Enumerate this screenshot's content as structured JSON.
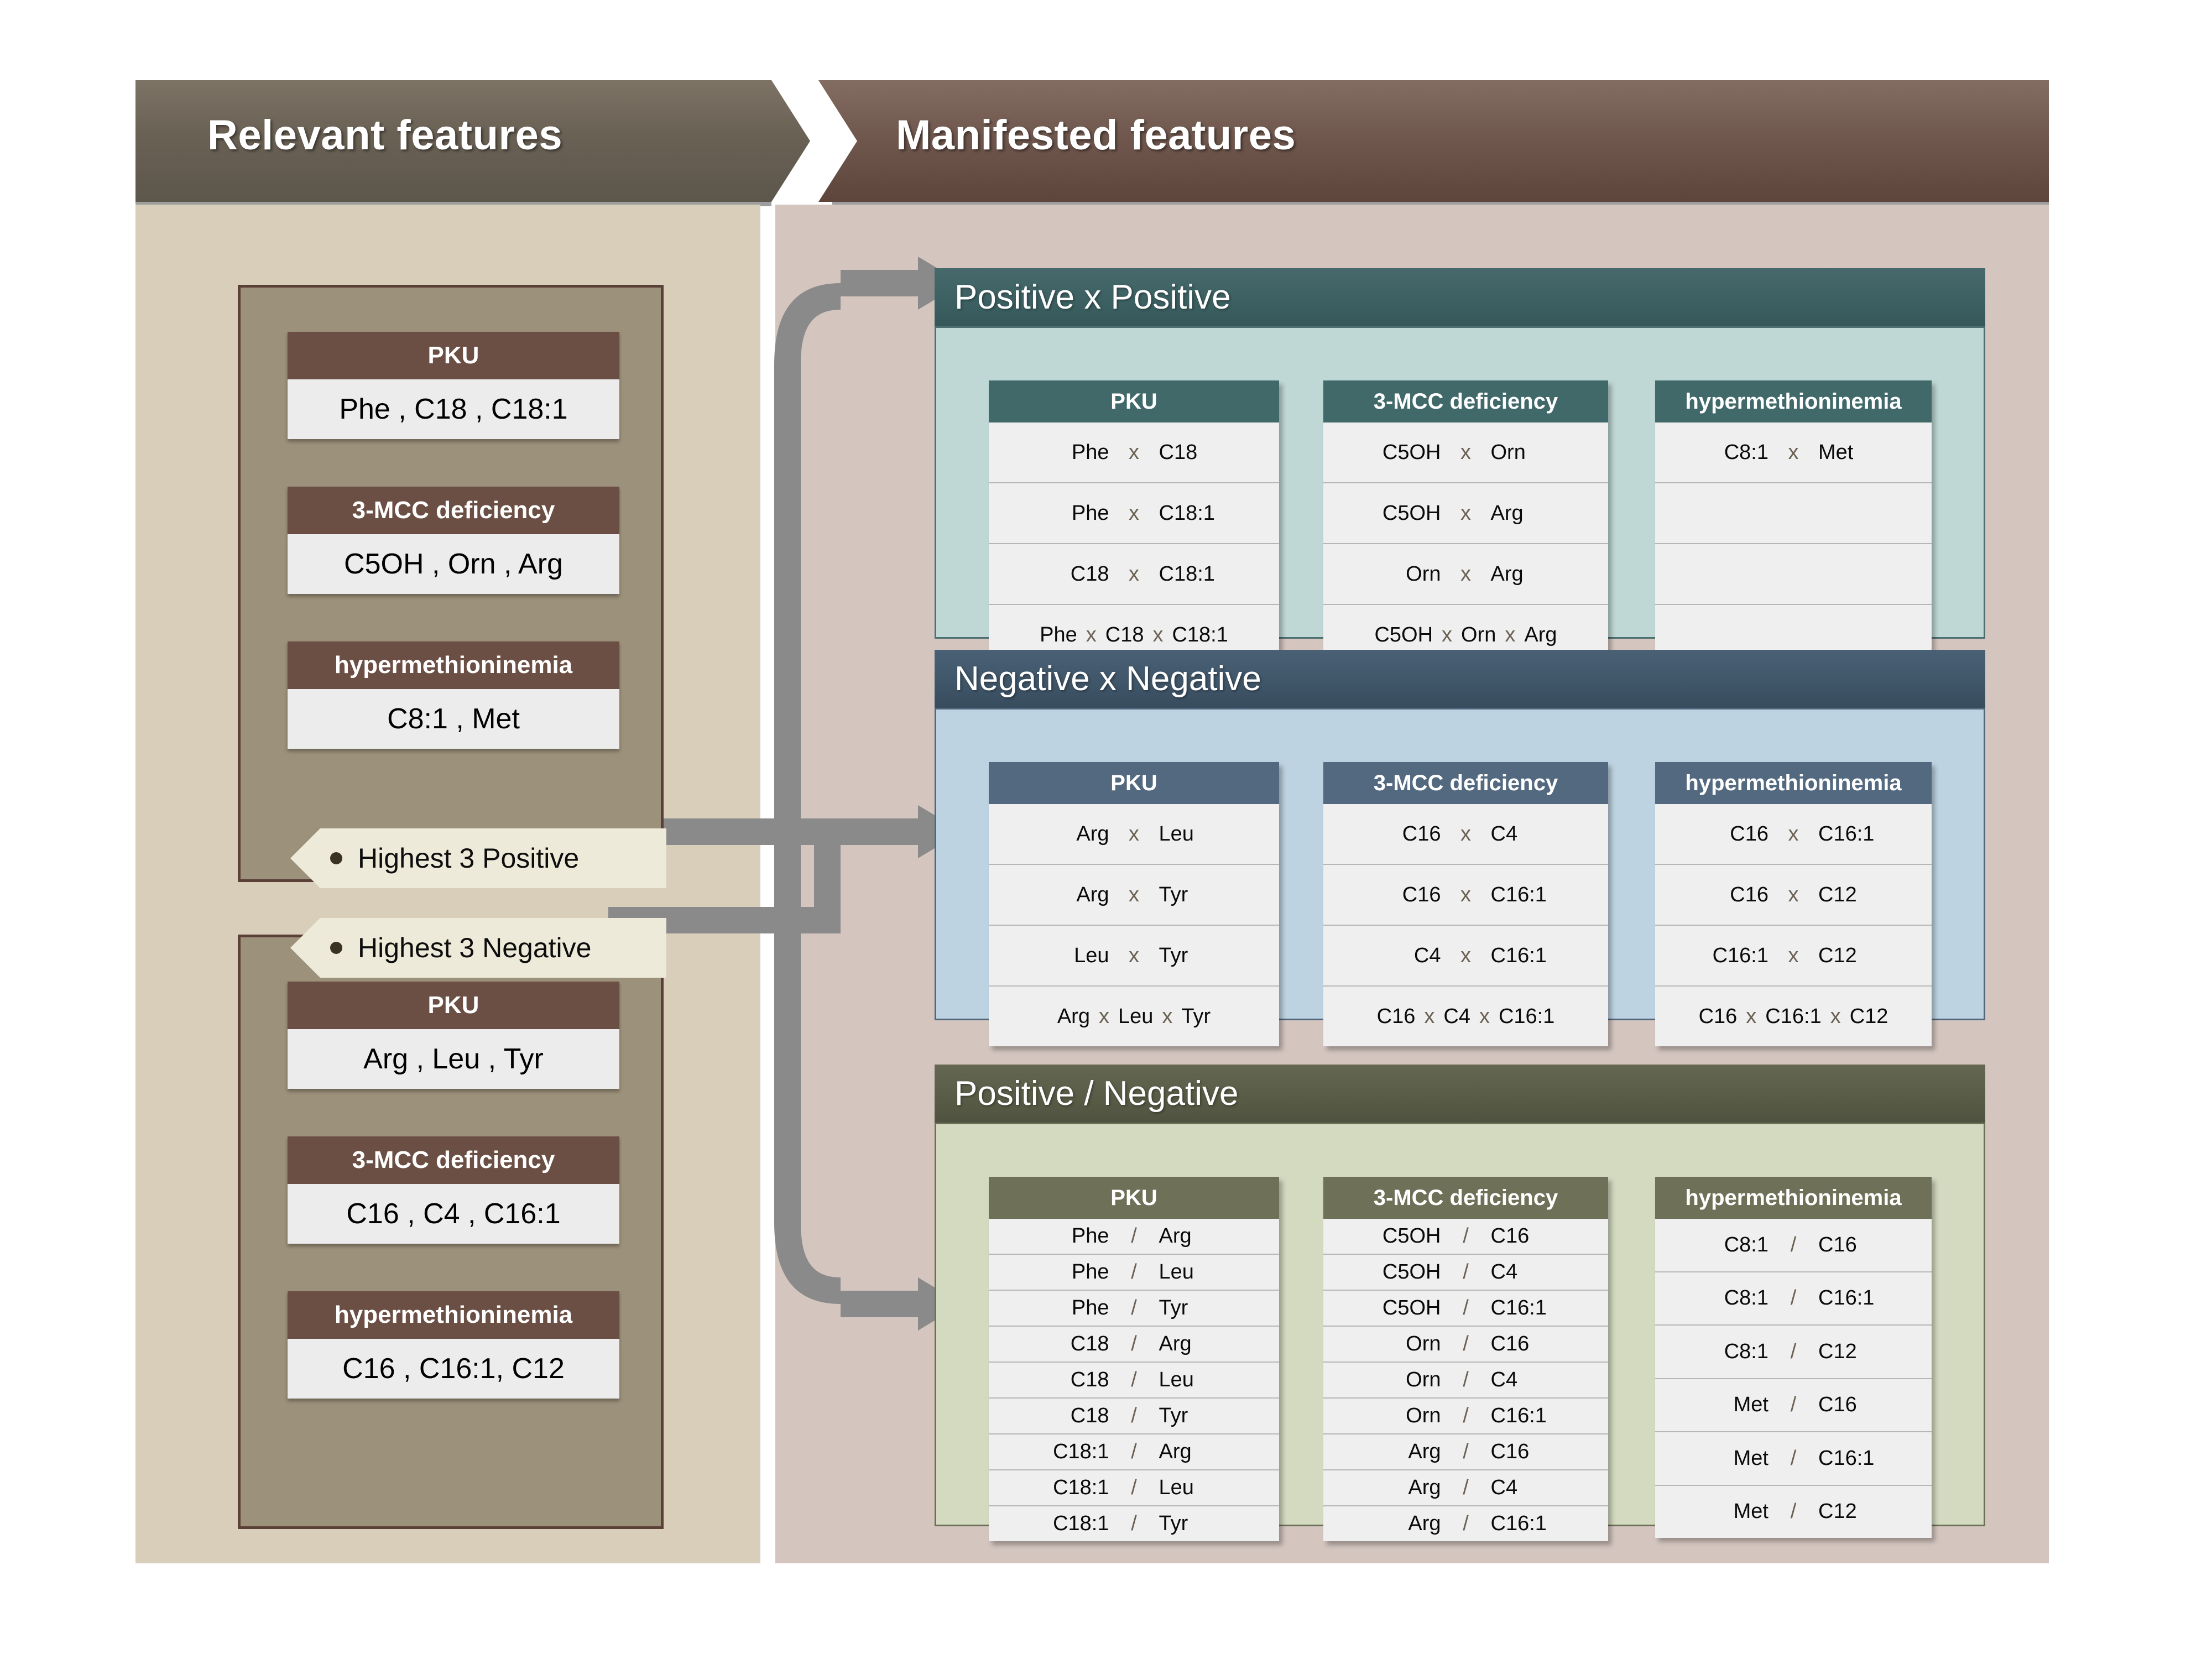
{
  "header": {
    "left_title": "Relevant features",
    "right_title": "Manifested features"
  },
  "colors": {
    "left_panel_bg": "#D8CEB9",
    "right_panel_bg": "#D4C5BF",
    "brown_accent": "#6B4F44",
    "group_fill": "#9C917A",
    "teal": "#41696A",
    "blue": "#53697F",
    "olive": "#6E7157",
    "arrow": "#8A8A8A",
    "tag": "#EDEAD9"
  },
  "relevant": {
    "tags": {
      "positive": "Highest 3 Positive",
      "negative": "Highest 3 Negative"
    },
    "positive_group": [
      {
        "title": "PKU",
        "features": "Phe , C18 , C18:1"
      },
      {
        "title": "3-MCC deficiency",
        "features": "C5OH , Orn , Arg"
      },
      {
        "title": "hypermethioninemia",
        "features": "C8:1 , Met"
      }
    ],
    "negative_group": [
      {
        "title": "PKU",
        "features": "Arg , Leu , Tyr"
      },
      {
        "title": "3-MCC deficiency",
        "features": "C16 , C4 , C16:1"
      },
      {
        "title": "hypermethioninemia",
        "features": "C16 , C16:1, C12"
      }
    ]
  },
  "manifested": [
    {
      "id": "positive-x-positive",
      "title": "Positive x Positive",
      "columns": [
        {
          "title": "PKU",
          "rows": [
            {
              "a": "Phe",
              "op": "x",
              "b": "C18"
            },
            {
              "a": "Phe",
              "op": "x",
              "b": "C18:1"
            },
            {
              "a": "C18",
              "op": "x",
              "b": "C18:1"
            },
            {
              "triple": true,
              "a": "Phe",
              "op": "x",
              "b": "C18",
              "op2": "x",
              "c": "C18:1"
            }
          ]
        },
        {
          "title": "3-MCC deficiency",
          "rows": [
            {
              "a": "C5OH",
              "op": "x",
              "b": "Orn"
            },
            {
              "a": "C5OH",
              "op": "x",
              "b": "Arg"
            },
            {
              "a": "Orn",
              "op": "x",
              "b": "Arg"
            },
            {
              "triple": true,
              "a": "C5OH",
              "op": "x",
              "b": "Orn",
              "op2": "x",
              "c": "Arg"
            }
          ]
        },
        {
          "title": "hypermethioninemia",
          "rows": [
            {
              "a": "C8:1",
              "op": "x",
              "b": "Met"
            },
            {
              "a": "",
              "op": "",
              "b": ""
            },
            {
              "a": "",
              "op": "",
              "b": ""
            },
            {
              "a": "",
              "op": "",
              "b": ""
            }
          ]
        }
      ]
    },
    {
      "id": "negative-x-negative",
      "title": "Negative x Negative",
      "columns": [
        {
          "title": "PKU",
          "rows": [
            {
              "a": "Arg",
              "op": "x",
              "b": "Leu"
            },
            {
              "a": "Arg",
              "op": "x",
              "b": "Tyr"
            },
            {
              "a": "Leu",
              "op": "x",
              "b": "Tyr"
            },
            {
              "triple": true,
              "a": "Arg",
              "op": "x",
              "b": "Leu",
              "op2": "x",
              "c": "Tyr"
            }
          ]
        },
        {
          "title": "3-MCC deficiency",
          "rows": [
            {
              "a": "C16",
              "op": "x",
              "b": "C4"
            },
            {
              "a": "C16",
              "op": "x",
              "b": "C16:1"
            },
            {
              "a": "C4",
              "op": "x",
              "b": "C16:1"
            },
            {
              "triple": true,
              "a": "C16",
              "op": "x",
              "b": "C4",
              "op2": "x",
              "c": "C16:1"
            }
          ]
        },
        {
          "title": "hypermethioninemia",
          "rows": [
            {
              "a": "C16",
              "op": "x",
              "b": "C16:1"
            },
            {
              "a": "C16",
              "op": "x",
              "b": "C12"
            },
            {
              "a": "C16:1",
              "op": "x",
              "b": "C12"
            },
            {
              "triple": true,
              "a": "C16",
              "op": "x",
              "b": "C16:1",
              "op2": "x",
              "c": "C12"
            }
          ]
        }
      ]
    },
    {
      "id": "positive-over-negative",
      "title": "Positive / Negative",
      "columns": [
        {
          "title": "PKU",
          "rows": [
            {
              "a": "Phe",
              "op": "/",
              "b": "Arg"
            },
            {
              "a": "Phe",
              "op": "/",
              "b": "Leu"
            },
            {
              "a": "Phe",
              "op": "/",
              "b": "Tyr"
            },
            {
              "a": "C18",
              "op": "/",
              "b": "Arg"
            },
            {
              "a": "C18",
              "op": "/",
              "b": "Leu"
            },
            {
              "a": "C18",
              "op": "/",
              "b": "Tyr"
            },
            {
              "a": "C18:1",
              "op": "/",
              "b": "Arg"
            },
            {
              "a": "C18:1",
              "op": "/",
              "b": "Leu"
            },
            {
              "a": "C18:1",
              "op": "/",
              "b": "Tyr"
            }
          ]
        },
        {
          "title": "3-MCC deficiency",
          "rows": [
            {
              "a": "C5OH",
              "op": "/",
              "b": "C16"
            },
            {
              "a": "C5OH",
              "op": "/",
              "b": "C4"
            },
            {
              "a": "C5OH",
              "op": "/",
              "b": "C16:1"
            },
            {
              "a": "Orn",
              "op": "/",
              "b": "C16"
            },
            {
              "a": "Orn",
              "op": "/",
              "b": "C4"
            },
            {
              "a": "Orn",
              "op": "/",
              "b": "C16:1"
            },
            {
              "a": "Arg",
              "op": "/",
              "b": "C16"
            },
            {
              "a": "Arg",
              "op": "/",
              "b": "C4"
            },
            {
              "a": "Arg",
              "op": "/",
              "b": "C16:1"
            }
          ]
        },
        {
          "title": "hypermethioninemia",
          "rows": [
            {
              "a": "C8:1",
              "op": "/",
              "b": "C16"
            },
            {
              "a": "C8:1",
              "op": "/",
              "b": "C16:1"
            },
            {
              "a": "C8:1",
              "op": "/",
              "b": "C12"
            },
            {
              "a": "Met",
              "op": "/",
              "b": "C16"
            },
            {
              "a": "Met",
              "op": "/",
              "b": "C16:1"
            },
            {
              "a": "Met",
              "op": "/",
              "b": "C12"
            }
          ]
        }
      ]
    }
  ]
}
